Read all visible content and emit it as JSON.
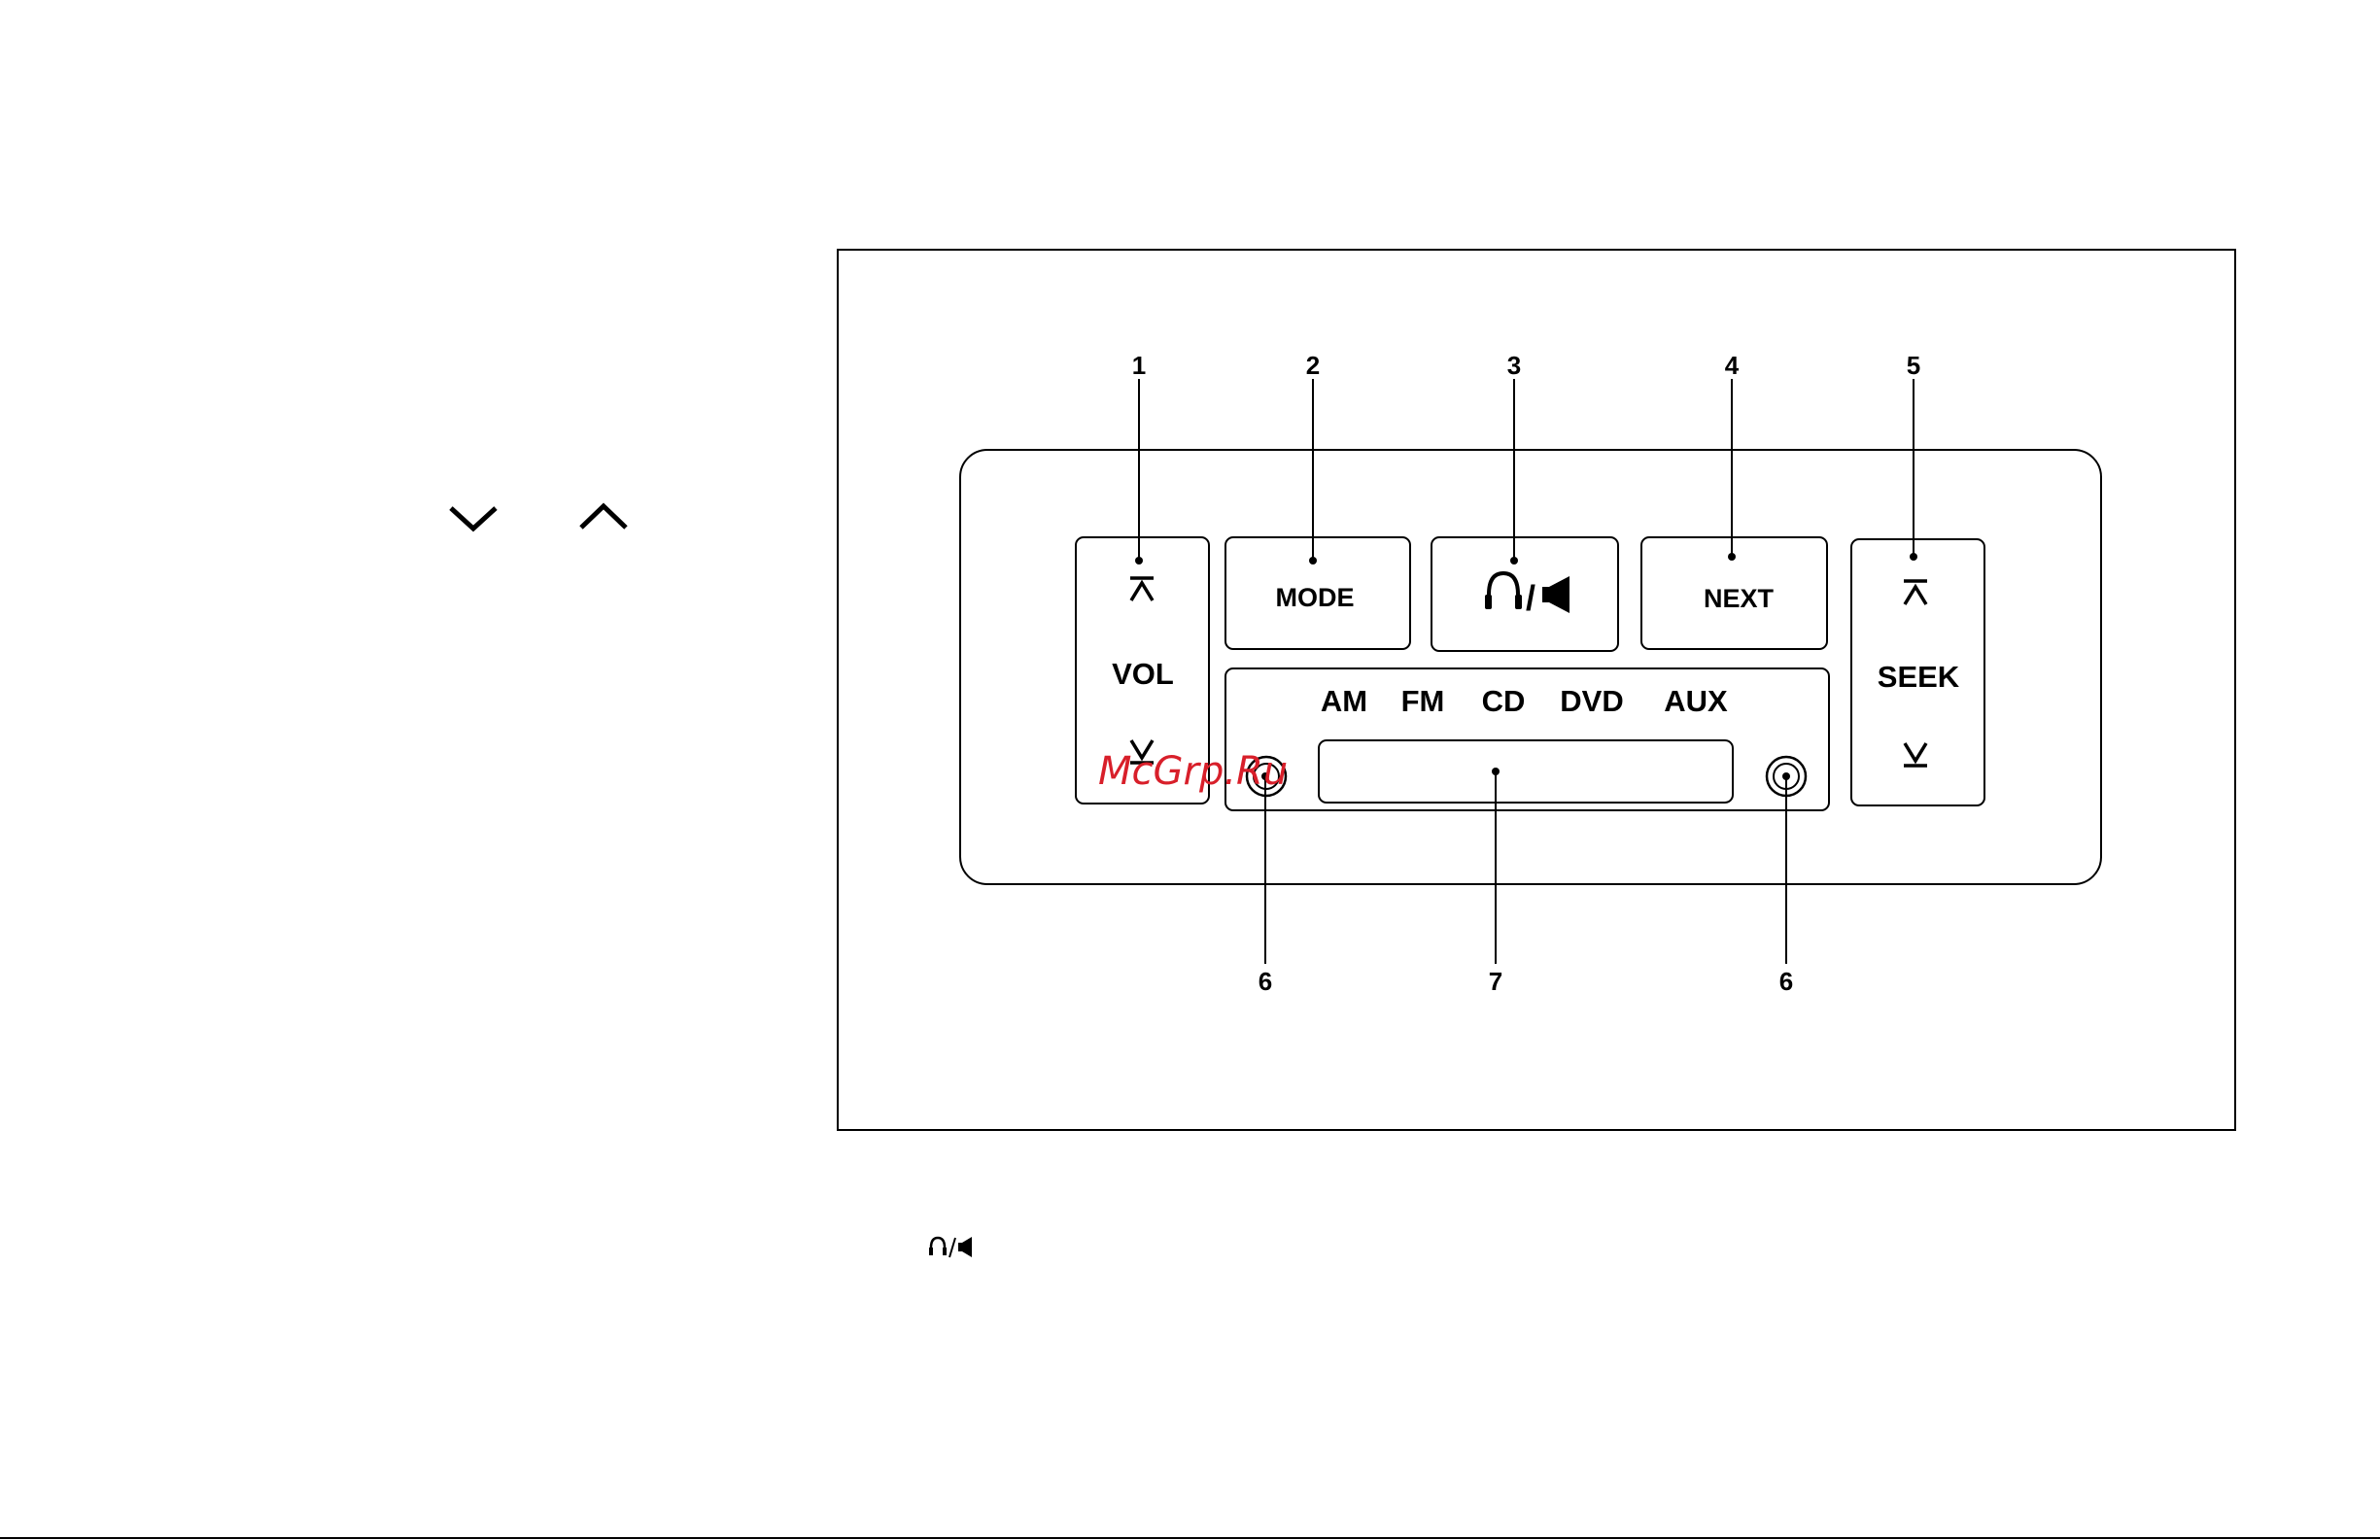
{
  "margin_icons": {
    "down": "chevron-down-icon",
    "up": "chevron-up-icon"
  },
  "panel": {
    "callouts": [
      "1",
      "2",
      "3",
      "4",
      "5",
      "6",
      "7",
      "6"
    ],
    "vol": {
      "label": "VOL",
      "up_icon": "seek-up-icon",
      "down_icon": "seek-down-icon"
    },
    "mode": {
      "label": "MODE"
    },
    "audio_output": {
      "icon": "headphones-speaker-icon",
      "separator": "/"
    },
    "next": {
      "label": "NEXT"
    },
    "seek": {
      "label": "SEEK",
      "up_icon": "seek-up-icon",
      "down_icon": "seek-down-icon"
    },
    "bands": [
      "AM",
      "FM",
      "CD",
      "DVD",
      "AUX"
    ],
    "jack_icon": "headphone-jack-icon"
  },
  "watermark": "McGrp.Ru",
  "footnote_icon": "headphones-speaker-icon"
}
